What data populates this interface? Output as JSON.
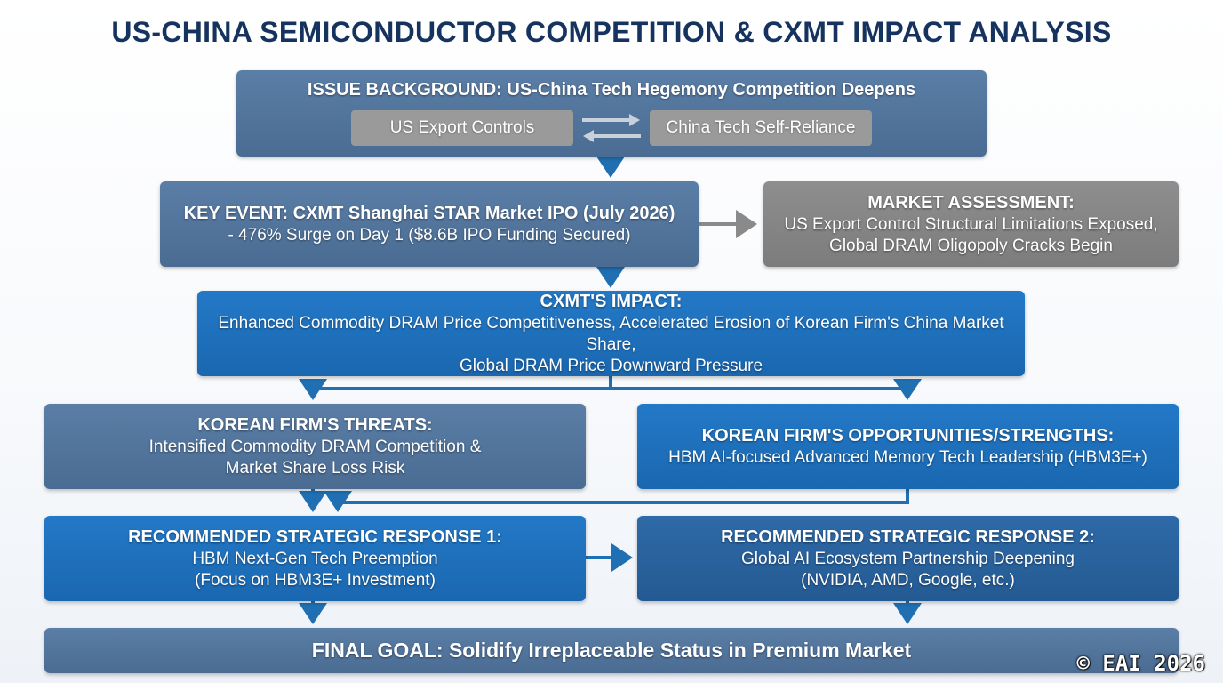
{
  "title": "US-CHINA SEMICONDUCTOR COMPETITION & CXMT IMPACT ANALYSIS",
  "background": {
    "head": "ISSUE BACKGROUND: US-China Tech Hegemony Competition Deepens",
    "left_pill": "US Export Controls",
    "right_pill": "China Tech Self-Reliance"
  },
  "key_event": {
    "head": "KEY EVENT: CXMT Shanghai STAR Market IPO (July 2026)",
    "line1": "- 476% Surge on Day 1 ($8.6B IPO Funding Secured)"
  },
  "market_assessment": {
    "head": "MARKET ASSESSMENT:",
    "line1": "US Export Control Structural Limitations Exposed,",
    "line2": "Global DRAM Oligopoly Cracks Begin"
  },
  "impact": {
    "head": "CXMT'S IMPACT:",
    "line1": "Enhanced Commodity DRAM Price Competitiveness, Accelerated Erosion of Korean Firm's China Market Share,",
    "line2": "Global DRAM Price Downward Pressure"
  },
  "threats": {
    "head": "KOREAN FIRM'S THREATS:",
    "line1": "Intensified Commodity DRAM Competition &",
    "line2": "Market Share Loss Risk"
  },
  "opportunities": {
    "head": "KOREAN FIRM'S OPPORTUNITIES/STRENGTHS:",
    "line1": "HBM AI-focused Advanced Memory Tech Leadership (HBM3E+)"
  },
  "response1": {
    "head": "RECOMMENDED STRATEGIC RESPONSE 1:",
    "line1": "HBM Next-Gen Tech Preemption",
    "line2": "(Focus on HBM3E+ Investment)"
  },
  "response2": {
    "head": "RECOMMENDED STRATEGIC RESPONSE 2:",
    "line1": "Global AI Ecosystem Partnership Deepening",
    "line2": "(NVIDIA, AMD, Google, etc.)"
  },
  "final_goal": {
    "head": "FINAL GOAL: Solidify Irreplaceable Status in Premium Market"
  },
  "watermark": "© EAI 2026",
  "colors": {
    "title": "#16335f",
    "slate_box": "#4f7199",
    "blue_box": "#1f70bb",
    "gray_box": "#858585",
    "connector": "#1f6fb2"
  }
}
